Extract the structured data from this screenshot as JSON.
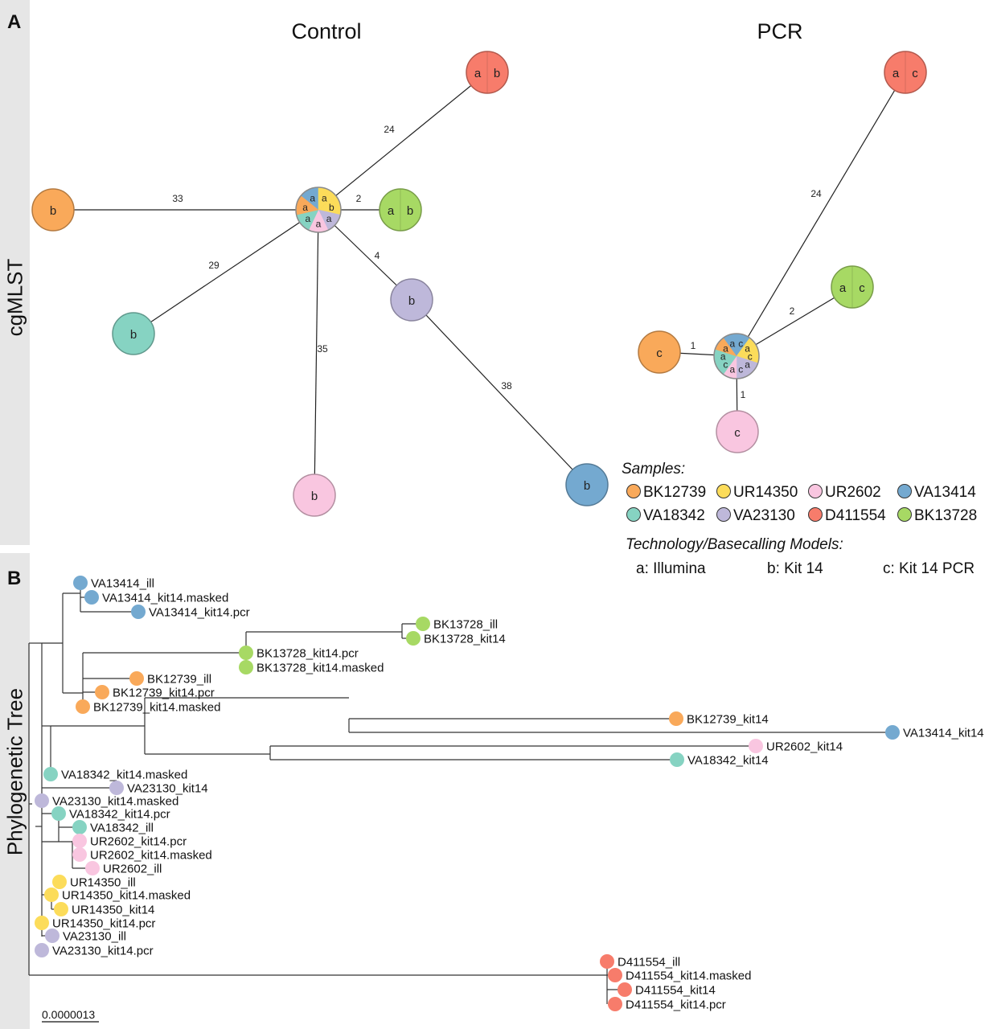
{
  "panels": {
    "a_letter": "A",
    "b_letter": "B",
    "a_side_label": "cgMLST",
    "b_side_label": "Phylogenetic Tree"
  },
  "colors": {
    "BK12739": "#f9a95a",
    "UR14350": "#fcdc5a",
    "UR2602": "#f9c6e0",
    "VA13414": "#74a9d0",
    "VA18342": "#86d3c2",
    "VA23130": "#beb8da",
    "D411554": "#f77c6b",
    "BK13728": "#a7d964"
  },
  "networks": [
    {
      "title": "Control",
      "center": {
        "segments": [
          {
            "sample": "VA13414",
            "label": "a"
          },
          {
            "sample": "UR14350",
            "label": "a"
          },
          {
            "sample": "UR14350",
            "label": "b"
          },
          {
            "sample": "VA23130",
            "label": "a"
          },
          {
            "sample": "UR2602",
            "label": "a"
          },
          {
            "sample": "VA18342",
            "label": "a"
          },
          {
            "sample": "BK12739",
            "label": "a"
          }
        ]
      },
      "nodes": [
        {
          "sample": "D411554",
          "labels": [
            "a",
            "b"
          ],
          "distance": 24
        },
        {
          "sample": "BK13728",
          "labels": [
            "a",
            "b"
          ],
          "distance": 2
        },
        {
          "sample": "BK12739",
          "labels": [
            "b"
          ],
          "distance": 33
        },
        {
          "sample": "VA18342",
          "labels": [
            "b"
          ],
          "distance": 29
        },
        {
          "sample": "UR2602",
          "labels": [
            "b"
          ],
          "distance": 35
        },
        {
          "sample": "VA23130",
          "labels": [
            "b"
          ],
          "distance": 4,
          "children": [
            {
              "sample": "VA13414",
              "labels": [
                "b"
              ],
              "distance": 38
            }
          ]
        }
      ]
    },
    {
      "title": "PCR",
      "center": {
        "segments": [
          {
            "sample": "VA13414",
            "label": "a"
          },
          {
            "sample": "VA13414",
            "label": "c"
          },
          {
            "sample": "UR14350",
            "label": "a"
          },
          {
            "sample": "UR14350",
            "label": "c"
          },
          {
            "sample": "VA23130",
            "label": "a"
          },
          {
            "sample": "VA23130",
            "label": "c"
          },
          {
            "sample": "UR2602",
            "label": "a"
          },
          {
            "sample": "VA18342",
            "label": "c"
          },
          {
            "sample": "VA18342",
            "label": "a"
          },
          {
            "sample": "BK12739",
            "label": "a"
          }
        ]
      },
      "nodes": [
        {
          "sample": "D411554",
          "labels": [
            "a",
            "c"
          ],
          "distance": 24
        },
        {
          "sample": "BK13728",
          "labels": [
            "a",
            "c"
          ],
          "distance": 2
        },
        {
          "sample": "BK12739",
          "labels": [
            "c"
          ],
          "distance": 1
        },
        {
          "sample": "UR2602",
          "labels": [
            "c"
          ],
          "distance": 1
        }
      ]
    }
  ],
  "legend": {
    "samples_title": "Samples:",
    "samples": [
      "BK12739",
      "UR14350",
      "UR2602",
      "VA13414",
      "VA18342",
      "VA23130",
      "D411554",
      "BK13728"
    ],
    "tech_title": "Technology/Basecalling Models:",
    "tech": [
      {
        "key": "a",
        "label": "a: Illumina"
      },
      {
        "key": "b",
        "label": "b: Kit 14"
      },
      {
        "key": "c",
        "label": "c: Kit 14 PCR"
      }
    ]
  },
  "tree": {
    "scale_bar_label": "0.0000013",
    "leaves": [
      {
        "name": "VA13414_ill",
        "sample": "VA13414"
      },
      {
        "name": "VA13414_kit14.masked",
        "sample": "VA13414"
      },
      {
        "name": "VA13414_kit14.pcr",
        "sample": "VA13414"
      },
      {
        "name": "BK13728_ill",
        "sample": "BK13728"
      },
      {
        "name": "BK13728_kit14",
        "sample": "BK13728"
      },
      {
        "name": "BK13728_kit14.pcr",
        "sample": "BK13728"
      },
      {
        "name": "BK13728_kit14.masked",
        "sample": "BK13728"
      },
      {
        "name": "BK12739_ill",
        "sample": "BK12739"
      },
      {
        "name": "BK12739_kit14.pcr",
        "sample": "BK12739"
      },
      {
        "name": "BK12739_kit14.masked",
        "sample": "BK12739"
      },
      {
        "name": "BK12739_kit14",
        "sample": "BK12739"
      },
      {
        "name": "VA13414_kit14",
        "sample": "VA13414"
      },
      {
        "name": "UR2602_kit14",
        "sample": "UR2602"
      },
      {
        "name": "VA18342_kit14",
        "sample": "VA18342"
      },
      {
        "name": "VA18342_kit14.masked",
        "sample": "VA18342"
      },
      {
        "name": "VA23130_kit14",
        "sample": "VA23130"
      },
      {
        "name": "VA23130_kit14.masked",
        "sample": "VA23130"
      },
      {
        "name": "VA18342_kit14.pcr",
        "sample": "VA18342"
      },
      {
        "name": "VA18342_ill",
        "sample": "VA18342"
      },
      {
        "name": "UR2602_kit14.pcr",
        "sample": "UR2602"
      },
      {
        "name": "UR2602_kit14.masked",
        "sample": "UR2602"
      },
      {
        "name": "UR2602_ill",
        "sample": "UR2602"
      },
      {
        "name": "UR14350_ill",
        "sample": "UR14350"
      },
      {
        "name": "UR14350_kit14.masked",
        "sample": "UR14350"
      },
      {
        "name": "UR14350_kit14",
        "sample": "UR14350"
      },
      {
        "name": "UR14350_kit14.pcr",
        "sample": "UR14350"
      },
      {
        "name": "VA23130_ill",
        "sample": "VA23130"
      },
      {
        "name": "VA23130_kit14.pcr",
        "sample": "VA23130"
      },
      {
        "name": "D411554_ill",
        "sample": "D411554"
      },
      {
        "name": "D411554_kit14.masked",
        "sample": "D411554"
      },
      {
        "name": "D411554_kit14",
        "sample": "D411554"
      },
      {
        "name": "D411554_kit14.pcr",
        "sample": "D411554"
      }
    ]
  }
}
